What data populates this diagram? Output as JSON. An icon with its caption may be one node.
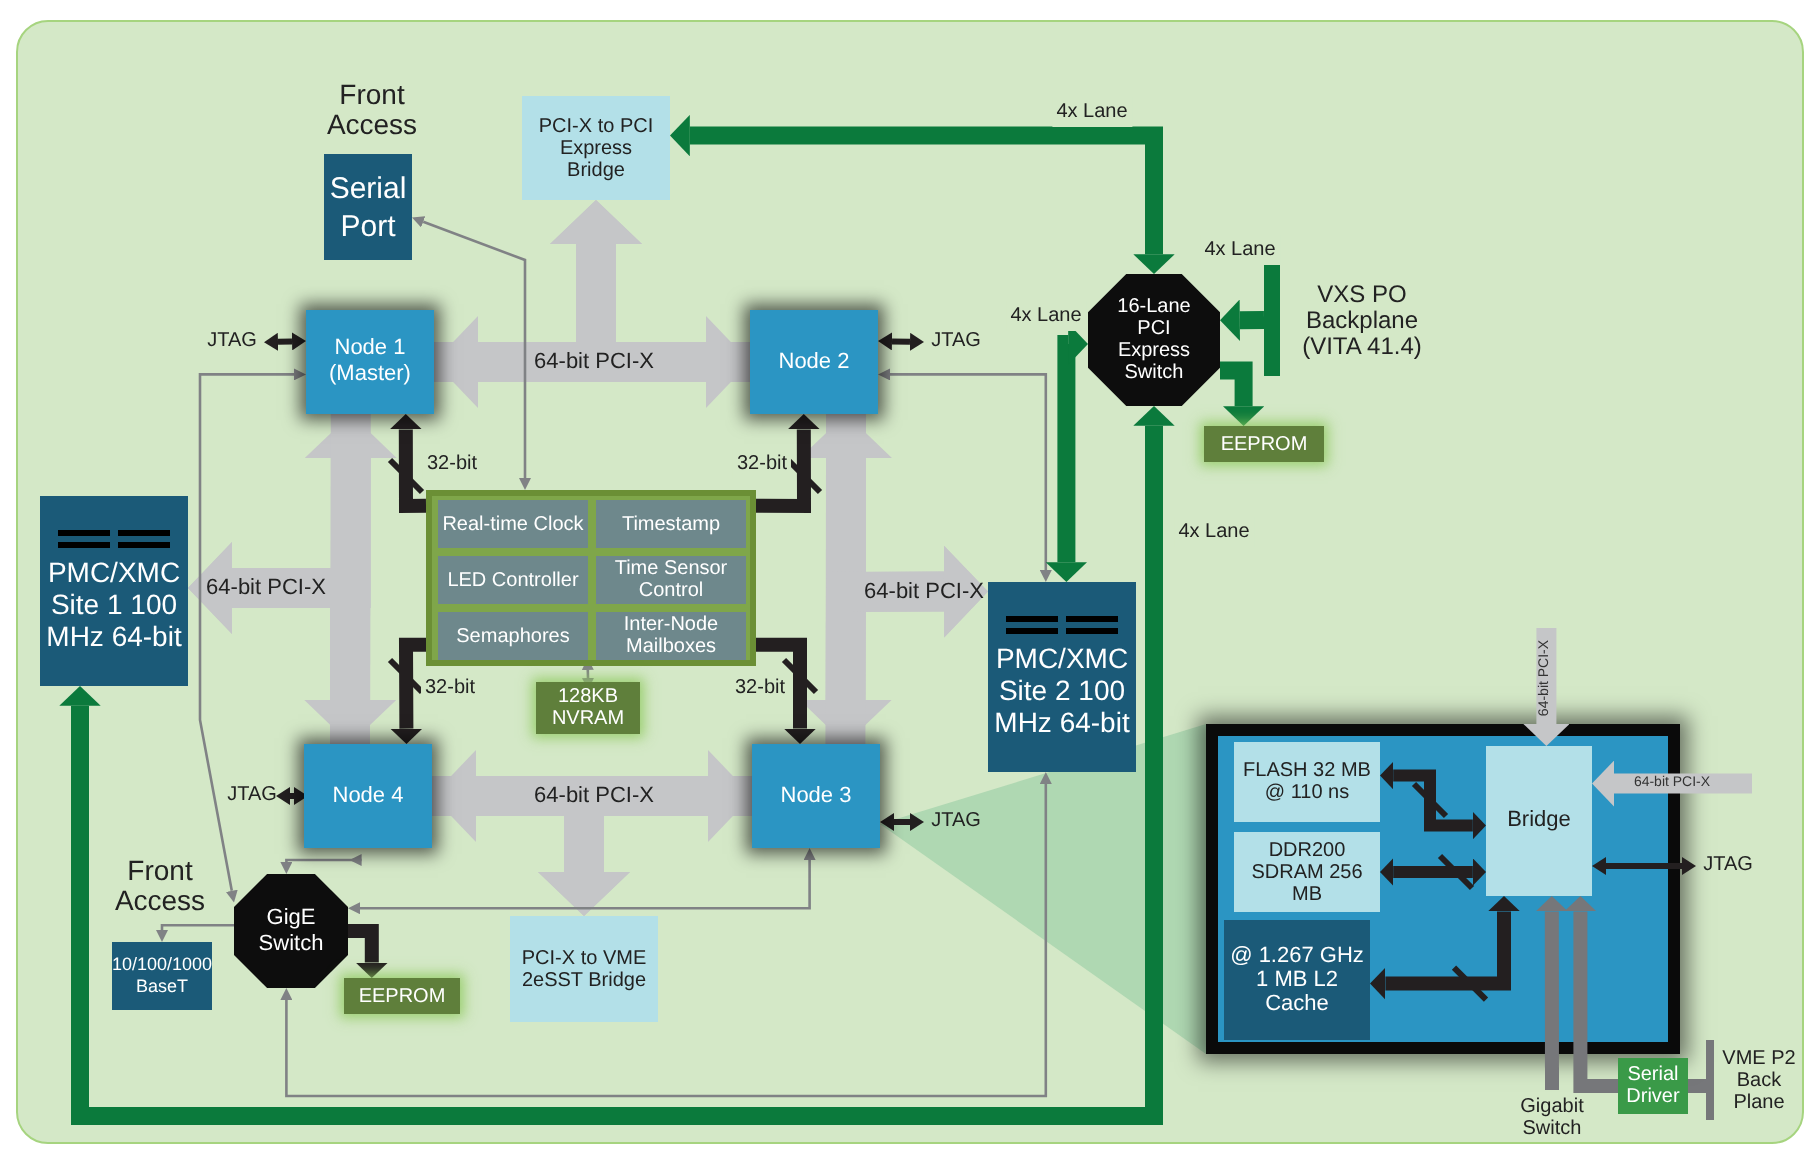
{
  "diagram": {
    "nodes": [
      {
        "text": [
          "Serial Port"
        ],
        "beside": [
          "Front Access"
        ]
      },
      {
        "text": [
          "PCI-X to PCI Express Bridge"
        ]
      },
      {
        "text": [
          "Node 1 (Master)"
        ]
      },
      {
        "text": [
          "Node 2"
        ]
      },
      {
        "text": [],
        "shape": "box"
      },
      {
        "text": [
          "Real-time Clock"
        ],
        "in": 4
      },
      {
        "text": [
          "Timestamp"
        ],
        "in": 4
      },
      {
        "text": [
          "LED Controller"
        ],
        "in": 4
      },
      {
        "text": [
          "Time Sensor Control"
        ],
        "in": 4
      },
      {
        "text": [
          "Semaphores"
        ],
        "in": 4
      },
      {
        "text": [
          "Inter-Node Mailboxes"
        ],
        "in": 4
      },
      {
        "text": [
          "128KB NVRAM"
        ]
      },
      {
        "text": [
          "PMC/XMC Site 1 100 MHz 64-bit"
        ]
      },
      {
        "text": [
          "PMC/XMC Site 2 100 MHz 64-bit"
        ]
      },
      {
        "text": [
          "Node 4"
        ]
      },
      {
        "text": [
          "Node 3"
        ]
      },
      {
        "text": [
          "GigE Switch"
        ]
      },
      {
        "text": [
          "EEPROM"
        ]
      },
      {
        "text": [
          "10/100/1000 BaseT"
        ],
        "beside": [
          "Front Access"
        ]
      },
      {
        "text": [
          "PCI-X to VME 2eSST Bridge"
        ]
      },
      {
        "text": [
          "16-Lane PCI Express Switch"
        ]
      },
      {
        "text": [
          "EEPROM"
        ]
      },
      {
        "text": [
          "VXS PO Backplane (VITA 41.4)"
        ]
      },
      {
        "text": [],
        "shape": "box"
      },
      {
        "text": [
          "FLASH 32 MB @ 110 ns"
        ],
        "in": 23
      },
      {
        "text": [
          "DDR200 SDRAM 256 MB"
        ],
        "in": 23
      },
      {
        "text": [
          "@ 1.267 GHz 1 MB L2 Cache"
        ],
        "in": 23
      },
      {
        "text": [
          "Bridge"
        ],
        "in": 23
      },
      {
        "text": [
          "Serial Driver"
        ]
      },
      {
        "text": [
          "VME P2 Back Plane"
        ]
      },
      {
        "text": [
          "Gigabit Switch"
        ]
      },
      {
        "text": [
          "JTAG"
        ]
      },
      {
        "text": [
          "JTAG"
        ]
      },
      {
        "text": [
          "JTAG"
        ]
      },
      {
        "text": [
          "JTAG"
        ]
      },
      {
        "text": [
          "JTAG"
        ]
      }
    ],
    "edges": [
      {
        "from": 2,
        "to": 3,
        "arrow": "both",
        "label": "64-bit PCI-X",
        "style": "thick",
        "color": "#c5c6c8"
      },
      {
        "from": 2,
        "to": 1,
        "arrow": "to",
        "style": "thick",
        "color": "#c5c6c8"
      },
      {
        "from": 3,
        "to": 1,
        "arrow": "to",
        "style": "thick",
        "color": "#c5c6c8"
      },
      {
        "from": 2,
        "to": 14,
        "arrow": "both",
        "style": "thick",
        "color": "#c5c6c8"
      },
      {
        "from": 3,
        "to": 15,
        "arrow": "both",
        "style": "thick",
        "color": "#c5c6c8"
      },
      {
        "from": 2,
        "to": 12,
        "arrow": "to",
        "label": "64-bit PCI-X",
        "style": "thick",
        "color": "#c5c6c8"
      },
      {
        "from": 14,
        "to": 12,
        "arrow": "to",
        "style": "thick",
        "color": "#c5c6c8"
      },
      {
        "from": 3,
        "to": 13,
        "arrow": "to",
        "label": "64-bit PCI-X",
        "style": "thick",
        "color": "#c5c6c8"
      },
      {
        "from": 15,
        "to": 13,
        "arrow": "to",
        "style": "thick",
        "color": "#c5c6c8"
      },
      {
        "from": 14,
        "to": 15,
        "arrow": "both",
        "label": "64-bit PCI-X",
        "style": "thick",
        "color": "#c5c6c8"
      },
      {
        "from": 14,
        "to": 19,
        "arrow": "to",
        "style": "thick",
        "color": "#c5c6c8"
      },
      {
        "from": 15,
        "to": 19,
        "arrow": "to",
        "style": "thick",
        "color": "#c5c6c8"
      },
      {
        "from": 4,
        "to": 2,
        "arrow": "to",
        "label": "32-bit",
        "color": "#231f20"
      },
      {
        "from": 4,
        "to": 3,
        "arrow": "to",
        "label": "32-bit",
        "color": "#231f20"
      },
      {
        "from": 4,
        "to": 14,
        "arrow": "to",
        "label": "32-bit",
        "color": "#231f20"
      },
      {
        "from": 4,
        "to": 15,
        "arrow": "to",
        "label": "32-bit",
        "color": "#231f20"
      },
      {
        "from": 0,
        "to": 4,
        "arrow": "both"
      },
      {
        "from": 16,
        "to": 2,
        "arrow": "both"
      },
      {
        "from": 14,
        "to": 16,
        "arrow": "both"
      },
      {
        "from": 15,
        "to": 16,
        "arrow": "both"
      },
      {
        "from": 3,
        "to": 13,
        "arrow": "both"
      },
      {
        "from": 13,
        "to": 16,
        "arrow": "both"
      },
      {
        "from": 16,
        "to": 18,
        "arrow": "to"
      },
      {
        "from": 4,
        "to": 11,
        "arrow": "both"
      },
      {
        "from": 16,
        "to": 17,
        "arrow": "to",
        "color": "#231f20"
      },
      {
        "from": 31,
        "to": 2,
        "arrow": "both",
        "color": "#231f20"
      },
      {
        "from": 3,
        "to": 32,
        "arrow": "both",
        "color": "#231f20"
      },
      {
        "from": 33,
        "to": 14,
        "arrow": "both",
        "color": "#231f20"
      },
      {
        "from": 15,
        "to": 34,
        "arrow": "both",
        "color": "#231f20"
      },
      {
        "from": 20,
        "to": 1,
        "arrow": "both",
        "label": "4x Lane",
        "color": "#0b7a3c"
      },
      {
        "from": 22,
        "to": 20,
        "arrow": "to",
        "label": "4x Lane",
        "color": "#0b7a3c"
      },
      {
        "from": 20,
        "to": 21,
        "arrow": "to",
        "color": "#0b7a3c"
      },
      {
        "from": 20,
        "to": 13,
        "arrow": "both",
        "label": "4x Lane",
        "color": "#0b7a3c"
      },
      {
        "from": 12,
        "to": 20,
        "arrow": "both",
        "label": "4x Lane",
        "color": "#0b7a3c"
      },
      {
        "from": 24,
        "to": 27,
        "arrow": "both",
        "color": "#231f20"
      },
      {
        "from": 25,
        "to": 27,
        "arrow": "both",
        "color": "#231f20"
      },
      {
        "from": 26,
        "to": 27,
        "arrow": "both",
        "color": "#231f20"
      },
      {
        "from": 27,
        "to": 35,
        "arrow": "both",
        "color": "#231f20"
      },
      {
        "from": null,
        "to": 27,
        "arrow": "to",
        "label": "64-bit PCI-X",
        "color": "#c5c6c8"
      },
      {
        "from": null,
        "to": 27,
        "arrow": "to",
        "label": "64-bit PCI-X",
        "color": "#c5c6c8"
      },
      {
        "from": 30,
        "to": 27,
        "arrow": "to",
        "color": "#76777a"
      },
      {
        "from": 28,
        "to": 27,
        "arrow": "to",
        "color": "#76777a"
      },
      {
        "from": 28,
        "to": 29,
        "arrow": "none",
        "color": "#76777a"
      }
    ]
  }
}
